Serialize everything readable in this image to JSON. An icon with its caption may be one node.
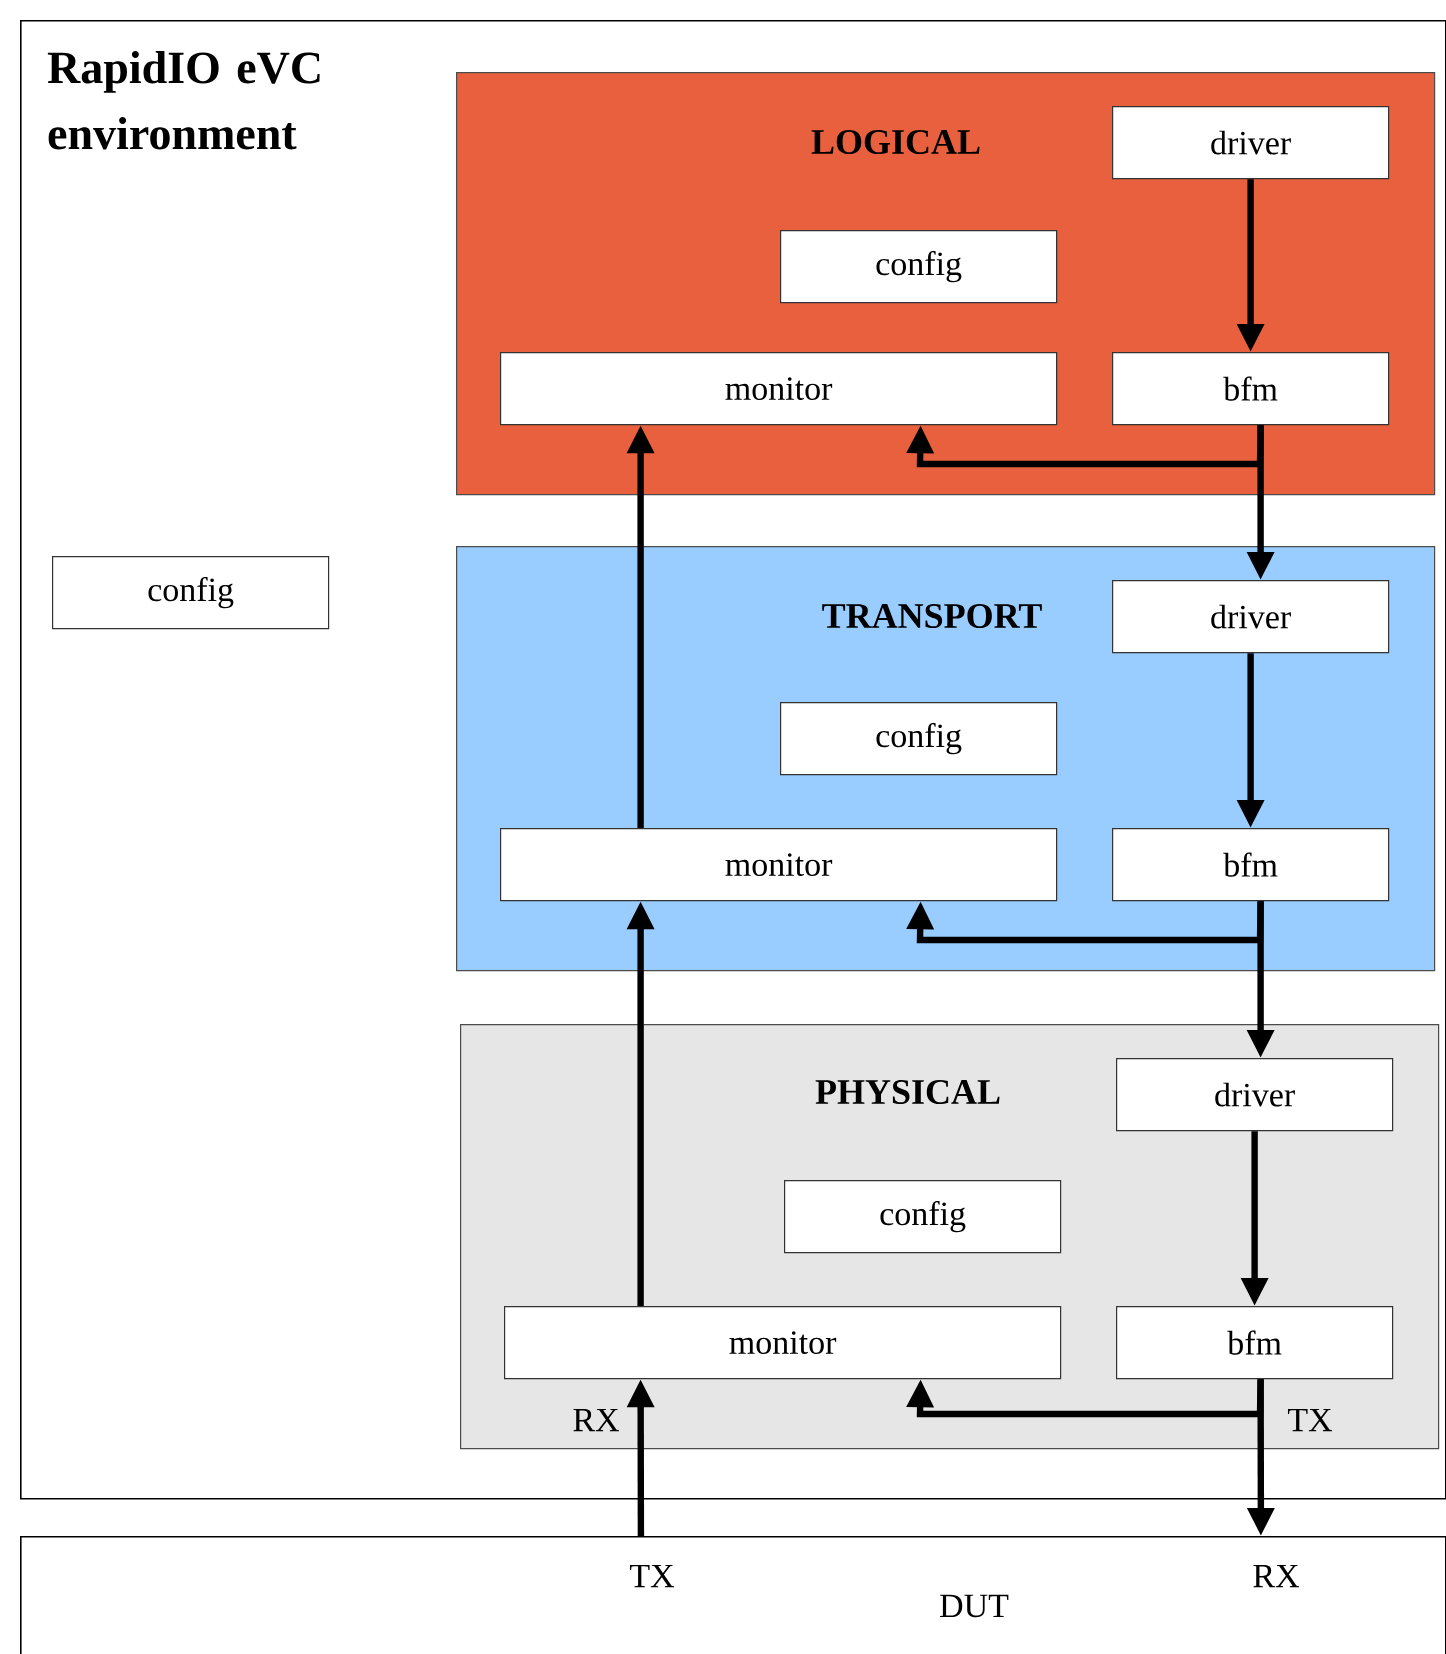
{
  "diagram": {
    "nodes": [
      {
        "text": [
          "RapidIO eVC environment"
        ]
      },
      {
        "text": [
          "LOGICAL"
        ],
        "in": 0
      },
      {
        "text": [
          "driver"
        ],
        "in": 1
      },
      {
        "text": [
          "config"
        ],
        "in": 1
      },
      {
        "text": [
          "monitor"
        ],
        "in": 1
      },
      {
        "text": [
          "bfm"
        ],
        "in": 1
      },
      {
        "text": [
          "config"
        ],
        "in": 0
      },
      {
        "text": [
          "TRANSPORT"
        ],
        "in": 0
      },
      {
        "text": [
          "driver"
        ],
        "in": 7
      },
      {
        "text": [
          "config"
        ],
        "in": 7
      },
      {
        "text": [
          "monitor"
        ],
        "in": 7
      },
      {
        "text": [
          "bfm"
        ],
        "in": 7
      },
      {
        "text": [
          "PHYSICAL"
        ],
        "in": 0
      },
      {
        "text": [
          "driver"
        ],
        "in": 12
      },
      {
        "text": [
          "config"
        ],
        "in": 12
      },
      {
        "text": [
          "monitor"
        ],
        "in": 12
      },
      {
        "text": [
          "bfm"
        ],
        "in": 12
      },
      {
        "text": [
          "DUT"
        ]
      }
    ],
    "edges": [
      {
        "from": 2,
        "to": 5,
        "arrow": "to"
      },
      {
        "from": 5,
        "to": 4,
        "arrow": "to"
      },
      {
        "from": 5,
        "to": 8,
        "arrow": "to"
      },
      {
        "from": 10,
        "to": 4,
        "arrow": "to"
      },
      {
        "from": 8,
        "to": 11,
        "arrow": "to"
      },
      {
        "from": 11,
        "to": 10,
        "arrow": "to"
      },
      {
        "from": 11,
        "to": 13,
        "arrow": "to"
      },
      {
        "from": 15,
        "to": 10,
        "arrow": "to"
      },
      {
        "from": 13,
        "to": 16,
        "arrow": "to"
      },
      {
        "from": 16,
        "to": 15,
        "arrow": "to"
      },
      {
        "from": 16,
        "to": 17,
        "arrow": "to"
      },
      {
        "from": 17,
        "to": 15,
        "arrow": "to"
      }
    ],
    "labels": [
      "RX",
      "TX",
      "TX",
      "RX"
    ]
  }
}
